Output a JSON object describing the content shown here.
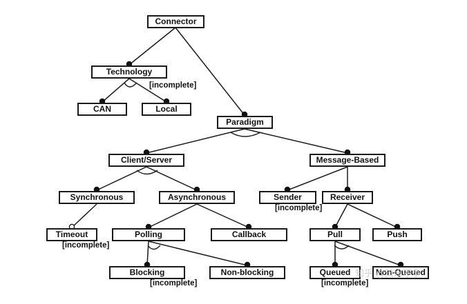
{
  "nodes": {
    "connector": "Connector",
    "technology": "Technology",
    "can": "CAN",
    "local": "Local",
    "paradigm": "Paradigm",
    "client_server": "Client/Server",
    "message_based": "Message-Based",
    "synchronous": "Synchronous",
    "asynchronous": "Asynchronous",
    "sender": "Sender",
    "receiver": "Receiver",
    "timeout": "Timeout",
    "polling": "Polling",
    "callback": "Callback",
    "pull": "Pull",
    "push": "Push",
    "blocking": "Blocking",
    "non_blocking": "Non-blocking",
    "queued": "Queued",
    "non_queued": "Non-Queued"
  },
  "notes": {
    "technology": "[incomplete]",
    "sender": "[incomplete]",
    "timeout": "[incomplete]",
    "blocking": "[incomplete]",
    "queued": "[incomplete]"
  },
  "watermark": "知乎 @流水不争"
}
